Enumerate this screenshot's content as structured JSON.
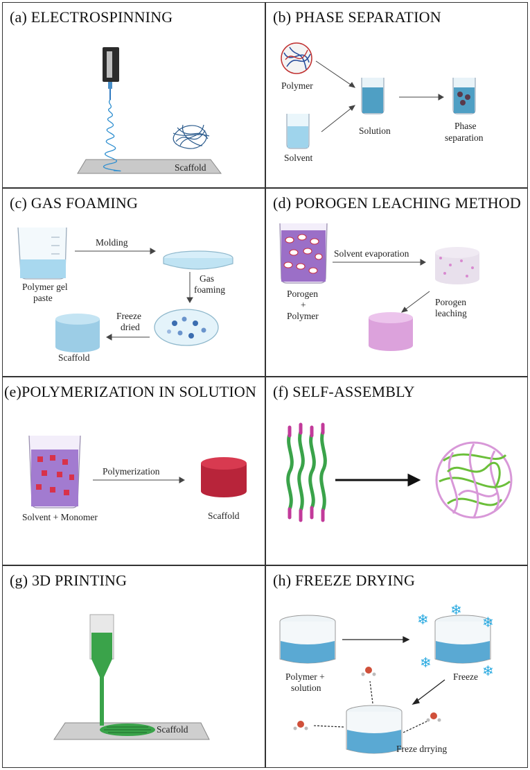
{
  "panels": {
    "a": {
      "title": "(a) ELECTROSPINNING",
      "scaffold": "Scaffold"
    },
    "b": {
      "title": "(b)  PHASE SEPARATION",
      "polymer": "Polymer",
      "solvent": "Solvent",
      "solution": "Solution",
      "phase_sep_1": "Phase",
      "phase_sep_2": "separation"
    },
    "c": {
      "title": "(c) GAS FOAMING",
      "molding": "Molding",
      "polymer_gel_1": "Polymer gel",
      "polymer_gel_2": "paste",
      "gas_foaming_1": "Gas",
      "gas_foaming_2": "foaming",
      "freeze_dried_1": "Freeze",
      "freeze_dried_2": "dried",
      "scaffold": "Scaffold"
    },
    "d": {
      "title": "(d) POROGEN LEACHING METHOD",
      "solvent_evap": "Solvent evaporation",
      "porogen_1": "Porogen",
      "porogen_2": "+",
      "porogen_3": "Polymer",
      "leaching_1": "Porogen",
      "leaching_2": "leaching"
    },
    "e": {
      "title": "(e)POLYMERIZATION IN SOLUTION",
      "polymerization": "Polymerization",
      "solvent_monomer": "Solvent + Monomer",
      "scaffold": "Scaffold"
    },
    "f": {
      "title": "(f)  SELF-ASSEMBLY"
    },
    "g": {
      "title": "(g) 3D PRINTING",
      "scaffold": "Scaffold"
    },
    "h": {
      "title": "(h)  FREEZE DRYING",
      "polymer_solution_1": "Polymer +",
      "polymer_solution_2": "solution",
      "freeze": "Freeze",
      "freeze_drying": "Freze drrying"
    }
  },
  "colors": {
    "border": "#333333",
    "water": "#6fb7d8",
    "purple": "#9b6fc7",
    "red": "#c82a3b",
    "green": "#3aa34a",
    "pink": "#d98ad8",
    "ice": "#29a9e0"
  },
  "icons": [
    "syringe-icon",
    "beaker-icon",
    "petri-dish-icon",
    "scaffold-cylinder-icon",
    "snowflake-icon",
    "water-molecule-icon",
    "nozzle-icon"
  ]
}
